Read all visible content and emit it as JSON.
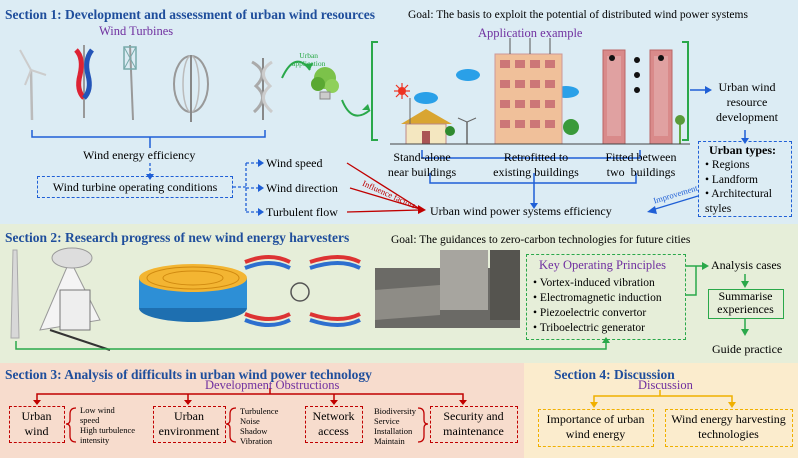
{
  "section1": {
    "title": "Section 1:  Development and assessment of urban wind resources",
    "goal": "Goal: The basis to exploit the potential of distributed wind power systems",
    "wind_turbines_label": "Wind Turbines",
    "urban_application": "Urban\napplication",
    "application_example": "Application example",
    "building_types": [
      "Stand-alone\nnear buildings",
      "Retrofitted to\nexisting buildings",
      "Fitted between\ntwo  buildings"
    ],
    "wind_energy_efficiency": "Wind energy efficiency",
    "operating_conditions": "Wind turbine operating conditions",
    "conditions": [
      "Wind speed",
      "Wind direction",
      "Turbulent flow"
    ],
    "influence_factors": "Influence factors",
    "improvement": "Improvement",
    "system_efficiency": "Urban wind power systems efficiency",
    "resource_development": "Urban wind\nresource\ndevelopment",
    "urban_types_title": "Urban types:",
    "urban_types": [
      "Regions",
      "Landform",
      "Architectural\nstyles"
    ]
  },
  "section2": {
    "title": "Section 2:  Research progress of new wind energy harvesters",
    "goal": "Goal: The guidances to zero-carbon technologies for future cities",
    "principles_title": "Key Operating Principles",
    "principles": [
      "Vortex-induced vibration",
      "Electromagnetic induction",
      "Piezoelectric convertor",
      "Triboelectric generator"
    ],
    "flow": [
      "Analysis cases",
      "Summarise\nexperiences",
      "Guide practice"
    ]
  },
  "section3": {
    "title": "Section 3:  Analysis of difficults in urban wind power technology",
    "subtitle": "Development Obstructions",
    "boxes": [
      "Urban\nwind",
      "Urban\nenvironment",
      "Network\naccess",
      "Security and\nmaintenance"
    ],
    "details": [
      "Low wind\nspeed\nHigh turbulence\nintensity",
      "Turbulence\nNoise\nShadow\nVibration",
      "Biodiversity\nService\nInstallation\nMaintain"
    ]
  },
  "section4": {
    "title": "Section 4:  Discussion",
    "subtitle": "Discussion",
    "boxes": [
      "Importance of urban\nwind energy",
      "Wind energy harvesting\ntechnologies"
    ]
  },
  "colors": {
    "title_blue": "#1f4e9c",
    "red": "#c00000",
    "blue": "#1f5fd6",
    "green": "#2aa84a",
    "yellow": "#f0b000",
    "purple": "#7030a0"
  }
}
